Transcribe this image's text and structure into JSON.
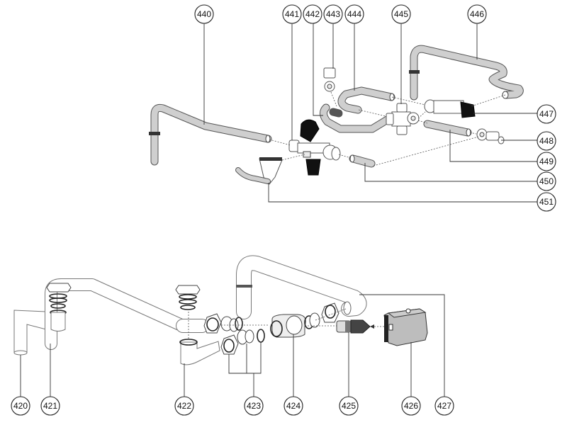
{
  "diagram": {
    "title": "Exploded parts view",
    "upper_assembly": {
      "callouts": [
        {
          "id": "440",
          "part": "bent hose tube (left)"
        },
        {
          "id": "441",
          "part": "nut fitting"
        },
        {
          "id": "442",
          "part": "U-shaped hose"
        },
        {
          "id": "443",
          "part": "elbow connector"
        },
        {
          "id": "444",
          "part": "curved hose"
        },
        {
          "id": "445",
          "part": "cross fitting"
        },
        {
          "id": "446",
          "part": "long bent hose (right)"
        },
        {
          "id": "447",
          "part": "valve with black knob"
        },
        {
          "id": "448",
          "part": "compression adapter"
        },
        {
          "id": "449",
          "part": "straight hose section"
        },
        {
          "id": "450",
          "part": "short hose section"
        },
        {
          "id": "451",
          "part": "funnel drain spout"
        }
      ]
    },
    "lower_assembly": {
      "callouts": [
        {
          "id": "420",
          "part": "L-shaped drain pipe"
        },
        {
          "id": "421",
          "part": "vertical pipe with nut stack"
        },
        {
          "id": "422",
          "part": "elbow pipe"
        },
        {
          "id": "423",
          "part": "nut and seal rings set"
        },
        {
          "id": "424",
          "part": "valve body housing"
        },
        {
          "id": "425",
          "part": "cartridge insert"
        },
        {
          "id": "426",
          "part": "actuator box"
        },
        {
          "id": "427",
          "part": "overhead bent pipe"
        }
      ]
    }
  }
}
